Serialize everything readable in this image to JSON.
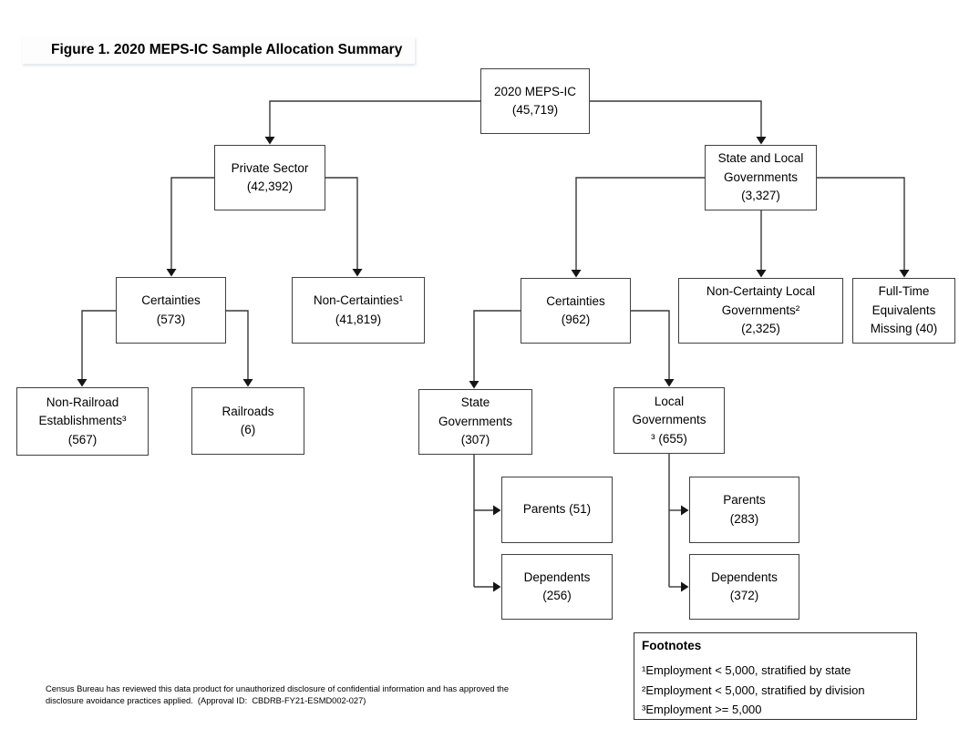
{
  "figure_title": "Figure 1. 2020 MEPS-IC Sample Allocation Summary",
  "colors": {
    "box_border": "#404040",
    "connector_line": "#383838",
    "arrowhead": "#151515",
    "text": "#000000",
    "background": "#ffffff"
  },
  "nodes": {
    "root": {
      "lines": [
        "2020 MEPS-IC",
        "(45,719)"
      ]
    },
    "private_sector": {
      "lines": [
        "Private Sector",
        "(42,392)"
      ]
    },
    "state_local_governments": {
      "lines": [
        "State and Local",
        "Governments",
        "(3,327)"
      ]
    },
    "private_certainties": {
      "lines": [
        "Certainties",
        "(573)"
      ]
    },
    "private_non_certainties": {
      "lines": [
        "Non-Certainties¹",
        "(41,819)"
      ]
    },
    "slg_certainties": {
      "lines": [
        "Certainties",
        "(962)"
      ]
    },
    "non_certainty_local_governments": {
      "lines": [
        "Non-Certainty Local",
        "Governments²",
        "(2,325)"
      ]
    },
    "full_time_equivalents_missing": {
      "lines": [
        "Full-Time",
        "Equivalents",
        "Missing (40)"
      ]
    },
    "non_railroad_establishments": {
      "lines": [
        "Non-Railroad",
        "Establishments³",
        "(567)"
      ]
    },
    "railroads": {
      "lines": [
        "Railroads",
        "(6)"
      ]
    },
    "state_governments": {
      "lines": [
        "State",
        "Governments",
        "(307)"
      ]
    },
    "local_governments": {
      "lines": [
        "Local",
        "Governments",
        "³ (655)"
      ]
    },
    "state_parents": {
      "lines": [
        "Parents (51)"
      ]
    },
    "state_dependents": {
      "lines": [
        "Dependents",
        "(256)"
      ]
    },
    "local_parents": {
      "lines": [
        "Parents",
        "(283)"
      ]
    },
    "local_dependents": {
      "lines": [
        "Dependents",
        "(372)"
      ]
    }
  },
  "footnotes": {
    "header": "Footnotes",
    "lines": [
      "¹Employment < 5,000, stratified by state",
      "²Employment < 5,000, stratified by division",
      "³Employment >= 5,000"
    ]
  },
  "disclaimer": {
    "lines": [
      "Census Bureau has reviewed this data product for unauthorized disclosure of confidential information and has approved the",
      "disclosure avoidance practices applied.  (Approval ID:  CBDRB-FY21-ESMD002-027)"
    ]
  }
}
